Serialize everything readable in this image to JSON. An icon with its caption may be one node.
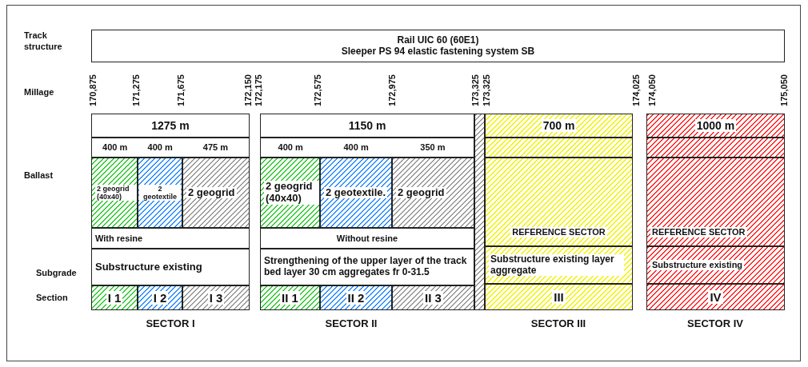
{
  "diagram": {
    "nodes": [
      {
        "text": [
          "Rail UIC 60 (60E1)",
          "Sleeper PS 94 elastic fastening system SB"
        ]
      },
      {
        "text": [
          "1275 m"
        ]
      },
      {
        "text": [
          "400 m",
          "400 m",
          "475 m"
        ]
      },
      {
        "text": [
          "2 geogrid (40x40)"
        ]
      },
      {
        "text": [
          "2 geotextile"
        ]
      },
      {
        "text": [
          "2 geogrid"
        ]
      },
      {
        "text": [
          "With resine"
        ]
      },
      {
        "text": [
          "Substructure existing"
        ]
      },
      {
        "text": [
          "I 1"
        ]
      },
      {
        "text": [
          "I 2"
        ]
      },
      {
        "text": [
          "I 3"
        ]
      },
      {
        "text": [
          "1150 m"
        ]
      },
      {
        "text": [
          "400 m",
          "400 m",
          "350 m"
        ]
      },
      {
        "text": [
          "2 geogrid (40x40)"
        ]
      },
      {
        "text": [
          "2 geotextile."
        ]
      },
      {
        "text": [
          "2 geogrid"
        ]
      },
      {
        "text": [
          "Without resine"
        ]
      },
      {
        "text": [
          "Strengthening of the upper layer of the track bed layer 30 cm aggregates fr 0-31.5"
        ]
      },
      {
        "text": [
          "II 1"
        ]
      },
      {
        "text": [
          "II 2"
        ]
      },
      {
        "text": [
          "II 3"
        ]
      },
      {
        "text": [],
        "shape": "box"
      },
      {
        "text": [
          "700 m"
        ]
      },
      {
        "text": [],
        "shape": "box"
      },
      {
        "text": [
          "REFERENCE SECTOR"
        ]
      },
      {
        "text": [
          "Substructure existing layer aggregate"
        ]
      },
      {
        "text": [
          "III"
        ]
      },
      {
        "text": [
          "1000 m"
        ]
      },
      {
        "text": [],
        "shape": "box"
      },
      {
        "text": [
          "REFERENCE SECTOR"
        ]
      },
      {
        "text": [
          "Substructure existing"
        ]
      },
      {
        "text": [
          "IV"
        ]
      }
    ],
    "labels": [
      "Track structure",
      "Millage",
      "170,875",
      "171,275",
      "171,675",
      "172,150",
      "172,175",
      "172,575",
      "172,975",
      "173,325",
      "173,325",
      "174,025",
      "174,050",
      "175,050",
      "Ballast",
      "Subgrade",
      "Section",
      "SECTOR I",
      "SECTOR II",
      "SECTOR III",
      "SECTOR IV"
    ]
  }
}
